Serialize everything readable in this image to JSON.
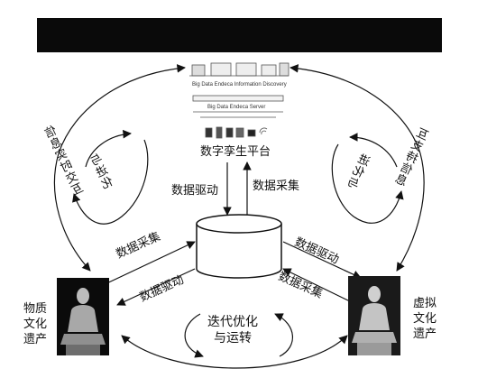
{
  "platform": {
    "software_line_1": "Big Data Endeca Information Discovery",
    "software_line_2": "Big Data Endeca Server",
    "title": "数字孪生平台"
  },
  "center_arrows": {
    "down_label": "数据驱动",
    "up_label": "数据采集"
  },
  "left_flow": {
    "upper_label": "数据采集",
    "lower_label": "数据驱动"
  },
  "right_flow": {
    "upper_label": "数据驱动",
    "lower_label": "数据采集"
  },
  "cycles": {
    "outer_left": "信息实时交互",
    "outer_right": "互支持信息",
    "inner_left": "与进化",
    "inner_right": "进化与"
  },
  "entities": {
    "physical_label": [
      "物质",
      "文化",
      "遗产"
    ],
    "virtual_label": [
      "虚拟",
      "文化",
      "遗产"
    ]
  },
  "bottom_cycle": {
    "line1": "迭代优化",
    "line2": "与运转"
  }
}
